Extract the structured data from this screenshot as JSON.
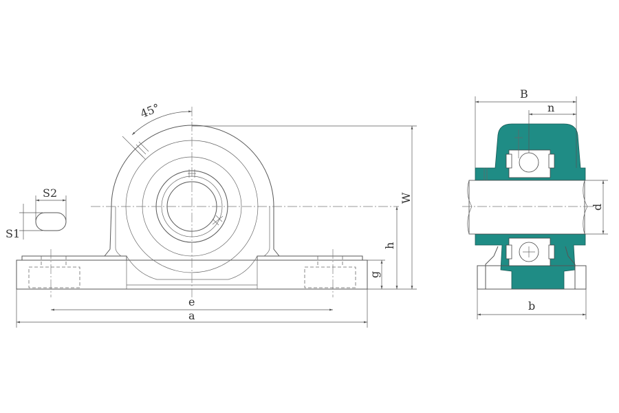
{
  "labels": {
    "angle": "45°",
    "s2": "S2",
    "s1": "S1",
    "w": "W",
    "h": "h",
    "g": "g",
    "e": "e",
    "a": "a",
    "B": "B",
    "n": "n",
    "d": "d",
    "b": "b"
  },
  "colors": {
    "line": "#555555",
    "housing_section": "#1f8c85",
    "background": "#ffffff"
  }
}
